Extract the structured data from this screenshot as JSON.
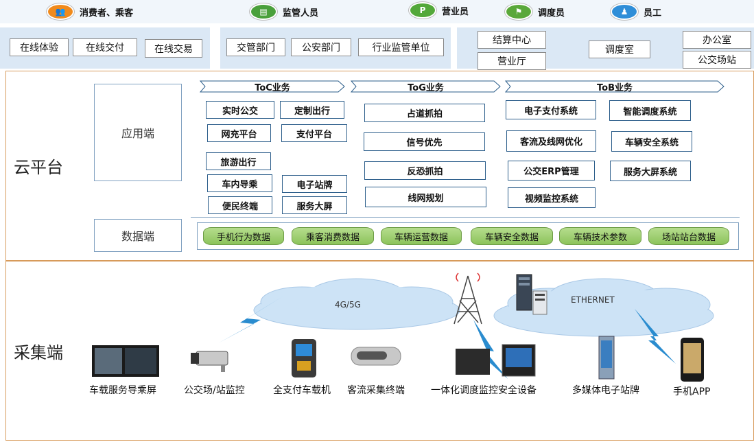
{
  "roles": [
    {
      "label": "消费者、乘客",
      "icon": "people-icon",
      "color": "#f08a1c"
    },
    {
      "label": "监管人员",
      "icon": "building-icon",
      "color": "#4aa03c"
    },
    {
      "label": "营业员",
      "icon": "parking-icon",
      "color": "#53a83a"
    },
    {
      "label": "调度员",
      "icon": "dispatcher-icon",
      "color": "#5aa83a"
    },
    {
      "label": "员工",
      "icon": "staff-icon",
      "color": "#2f8ed8"
    }
  ],
  "groups": {
    "consumer": [
      "在线体验",
      "在线交付",
      "在线交易"
    ],
    "regulator": [
      "交管部门",
      "公安部门",
      "行业监管单位"
    ],
    "sales": [
      "结算中心",
      "营业厅"
    ],
    "dispatch": [
      "调度室"
    ],
    "staff": [
      "办公室",
      "公交场站"
    ]
  },
  "cloud": {
    "label": "云平台",
    "app_label": "应用端",
    "data_label": "数据端",
    "toc": {
      "title": "ToC业务",
      "items": [
        "实时公交",
        "定制出行",
        "网充平台",
        "支付平台",
        "旅游出行",
        "车内导乘",
        "电子站牌",
        "便民终端",
        "服务大屏"
      ]
    },
    "tog": {
      "title": "ToG业务",
      "items": [
        "占道抓拍",
        "信号优先",
        "反恐抓拍",
        "线网规划"
      ]
    },
    "tob": {
      "title": "ToB业务",
      "items": [
        "电子支付系统",
        "智能调度系统",
        "客流及线网优化",
        "车辆安全系统",
        "公交ERP管理",
        "服务大屏系统",
        "视频监控系统"
      ]
    },
    "data_items": [
      "手机行为数据",
      "乘客消费数据",
      "车辆运营数据",
      "车辆安全数据",
      "车辆技术参数",
      "场站站台数据"
    ]
  },
  "collect": {
    "label": "采集端",
    "network_4g": "4G/5G",
    "network_eth": "ETHERNET",
    "devices": [
      "车载服务导乘屏",
      "公交场/站监控",
      "全支付车载机",
      "客流采集终端",
      "一体化调度监控安全设备",
      "多媒体电子站牌",
      "手机APP"
    ]
  },
  "colors": {
    "frame": "#d79a5a",
    "group_bg": "#dbe8f5",
    "cylinder": "#9fd06b",
    "cloud": "#cde3f6"
  }
}
